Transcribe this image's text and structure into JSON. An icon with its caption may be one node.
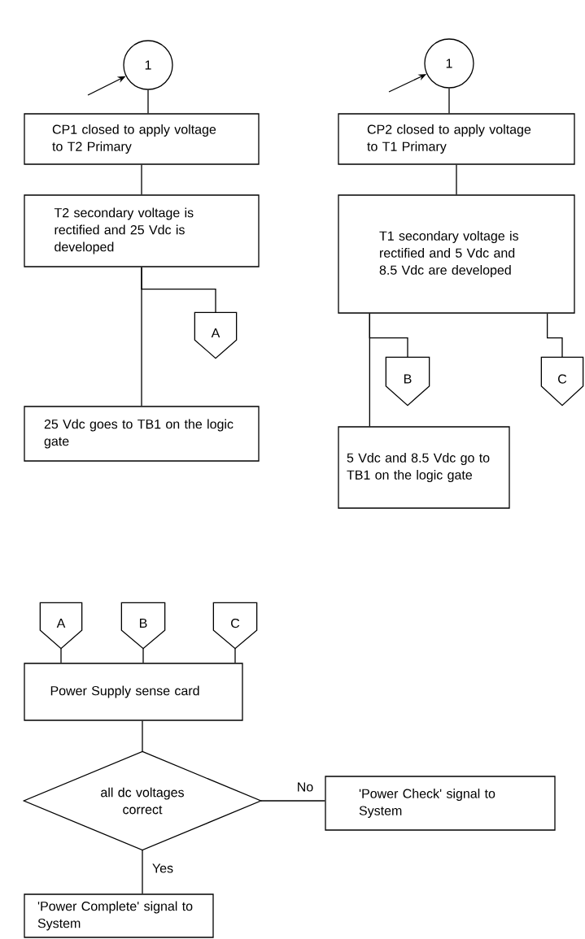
{
  "diagram": {
    "nodes": [
      {
        "text": [
          "1"
        ]
      },
      {
        "text": [
          "CP1 closed to apply voltage to T2 Primary"
        ]
      },
      {
        "text": [
          "T2 secondary voltage is rectified and 25 Vdc is developed"
        ]
      },
      {
        "text": [
          "A"
        ]
      },
      {
        "text": [
          "25 Vdc goes to TB1 on the logic gate"
        ]
      },
      {
        "text": [
          "1"
        ]
      },
      {
        "text": [
          "CP2 closed to apply voltage to T1 Primary"
        ]
      },
      {
        "text": [
          "T1 secondary voltage is rectified and 5 Vdc and 8.5 Vdc are developed"
        ]
      },
      {
        "text": [
          "B"
        ]
      },
      {
        "text": [
          "C"
        ]
      },
      {
        "text": [
          "5 Vdc and 8.5 Vdc go to TB1 on the logic gate"
        ]
      },
      {
        "text": [
          "A"
        ]
      },
      {
        "text": [
          "B"
        ]
      },
      {
        "text": [
          "C"
        ]
      },
      {
        "text": [
          "Power Supply sense card"
        ]
      },
      {
        "text": [
          "all dc voltages correct"
        ]
      },
      {
        "text": [
          "'Power Check' signal to System"
        ]
      },
      {
        "text": [
          "'Power Complete' signal to System"
        ]
      }
    ],
    "edges": [
      {
        "from": null,
        "to": 0,
        "arrow": "to"
      },
      {
        "from": 0,
        "to": 1,
        "arrow": "none"
      },
      {
        "from": 1,
        "to": 2,
        "arrow": "none"
      },
      {
        "from": 2,
        "to": 4,
        "arrow": "none"
      },
      {
        "from": 2,
        "to": 3,
        "arrow": "none"
      },
      {
        "from": null,
        "to": 5,
        "arrow": "to"
      },
      {
        "from": 5,
        "to": 6,
        "arrow": "none"
      },
      {
        "from": 6,
        "to": 7,
        "arrow": "none"
      },
      {
        "from": 7,
        "to": 10,
        "arrow": "none"
      },
      {
        "from": 7,
        "to": 8,
        "arrow": "none"
      },
      {
        "from": 7,
        "to": 9,
        "arrow": "none"
      },
      {
        "from": 11,
        "to": 14,
        "arrow": "none"
      },
      {
        "from": 12,
        "to": 14,
        "arrow": "none"
      },
      {
        "from": 13,
        "to": 14,
        "arrow": "none"
      },
      {
        "from": 14,
        "to": 15,
        "arrow": "none"
      },
      {
        "from": 15,
        "to": 16,
        "arrow": "none",
        "label": "No"
      },
      {
        "from": 15,
        "to": 17,
        "arrow": "none",
        "label": "Yes"
      }
    ]
  }
}
